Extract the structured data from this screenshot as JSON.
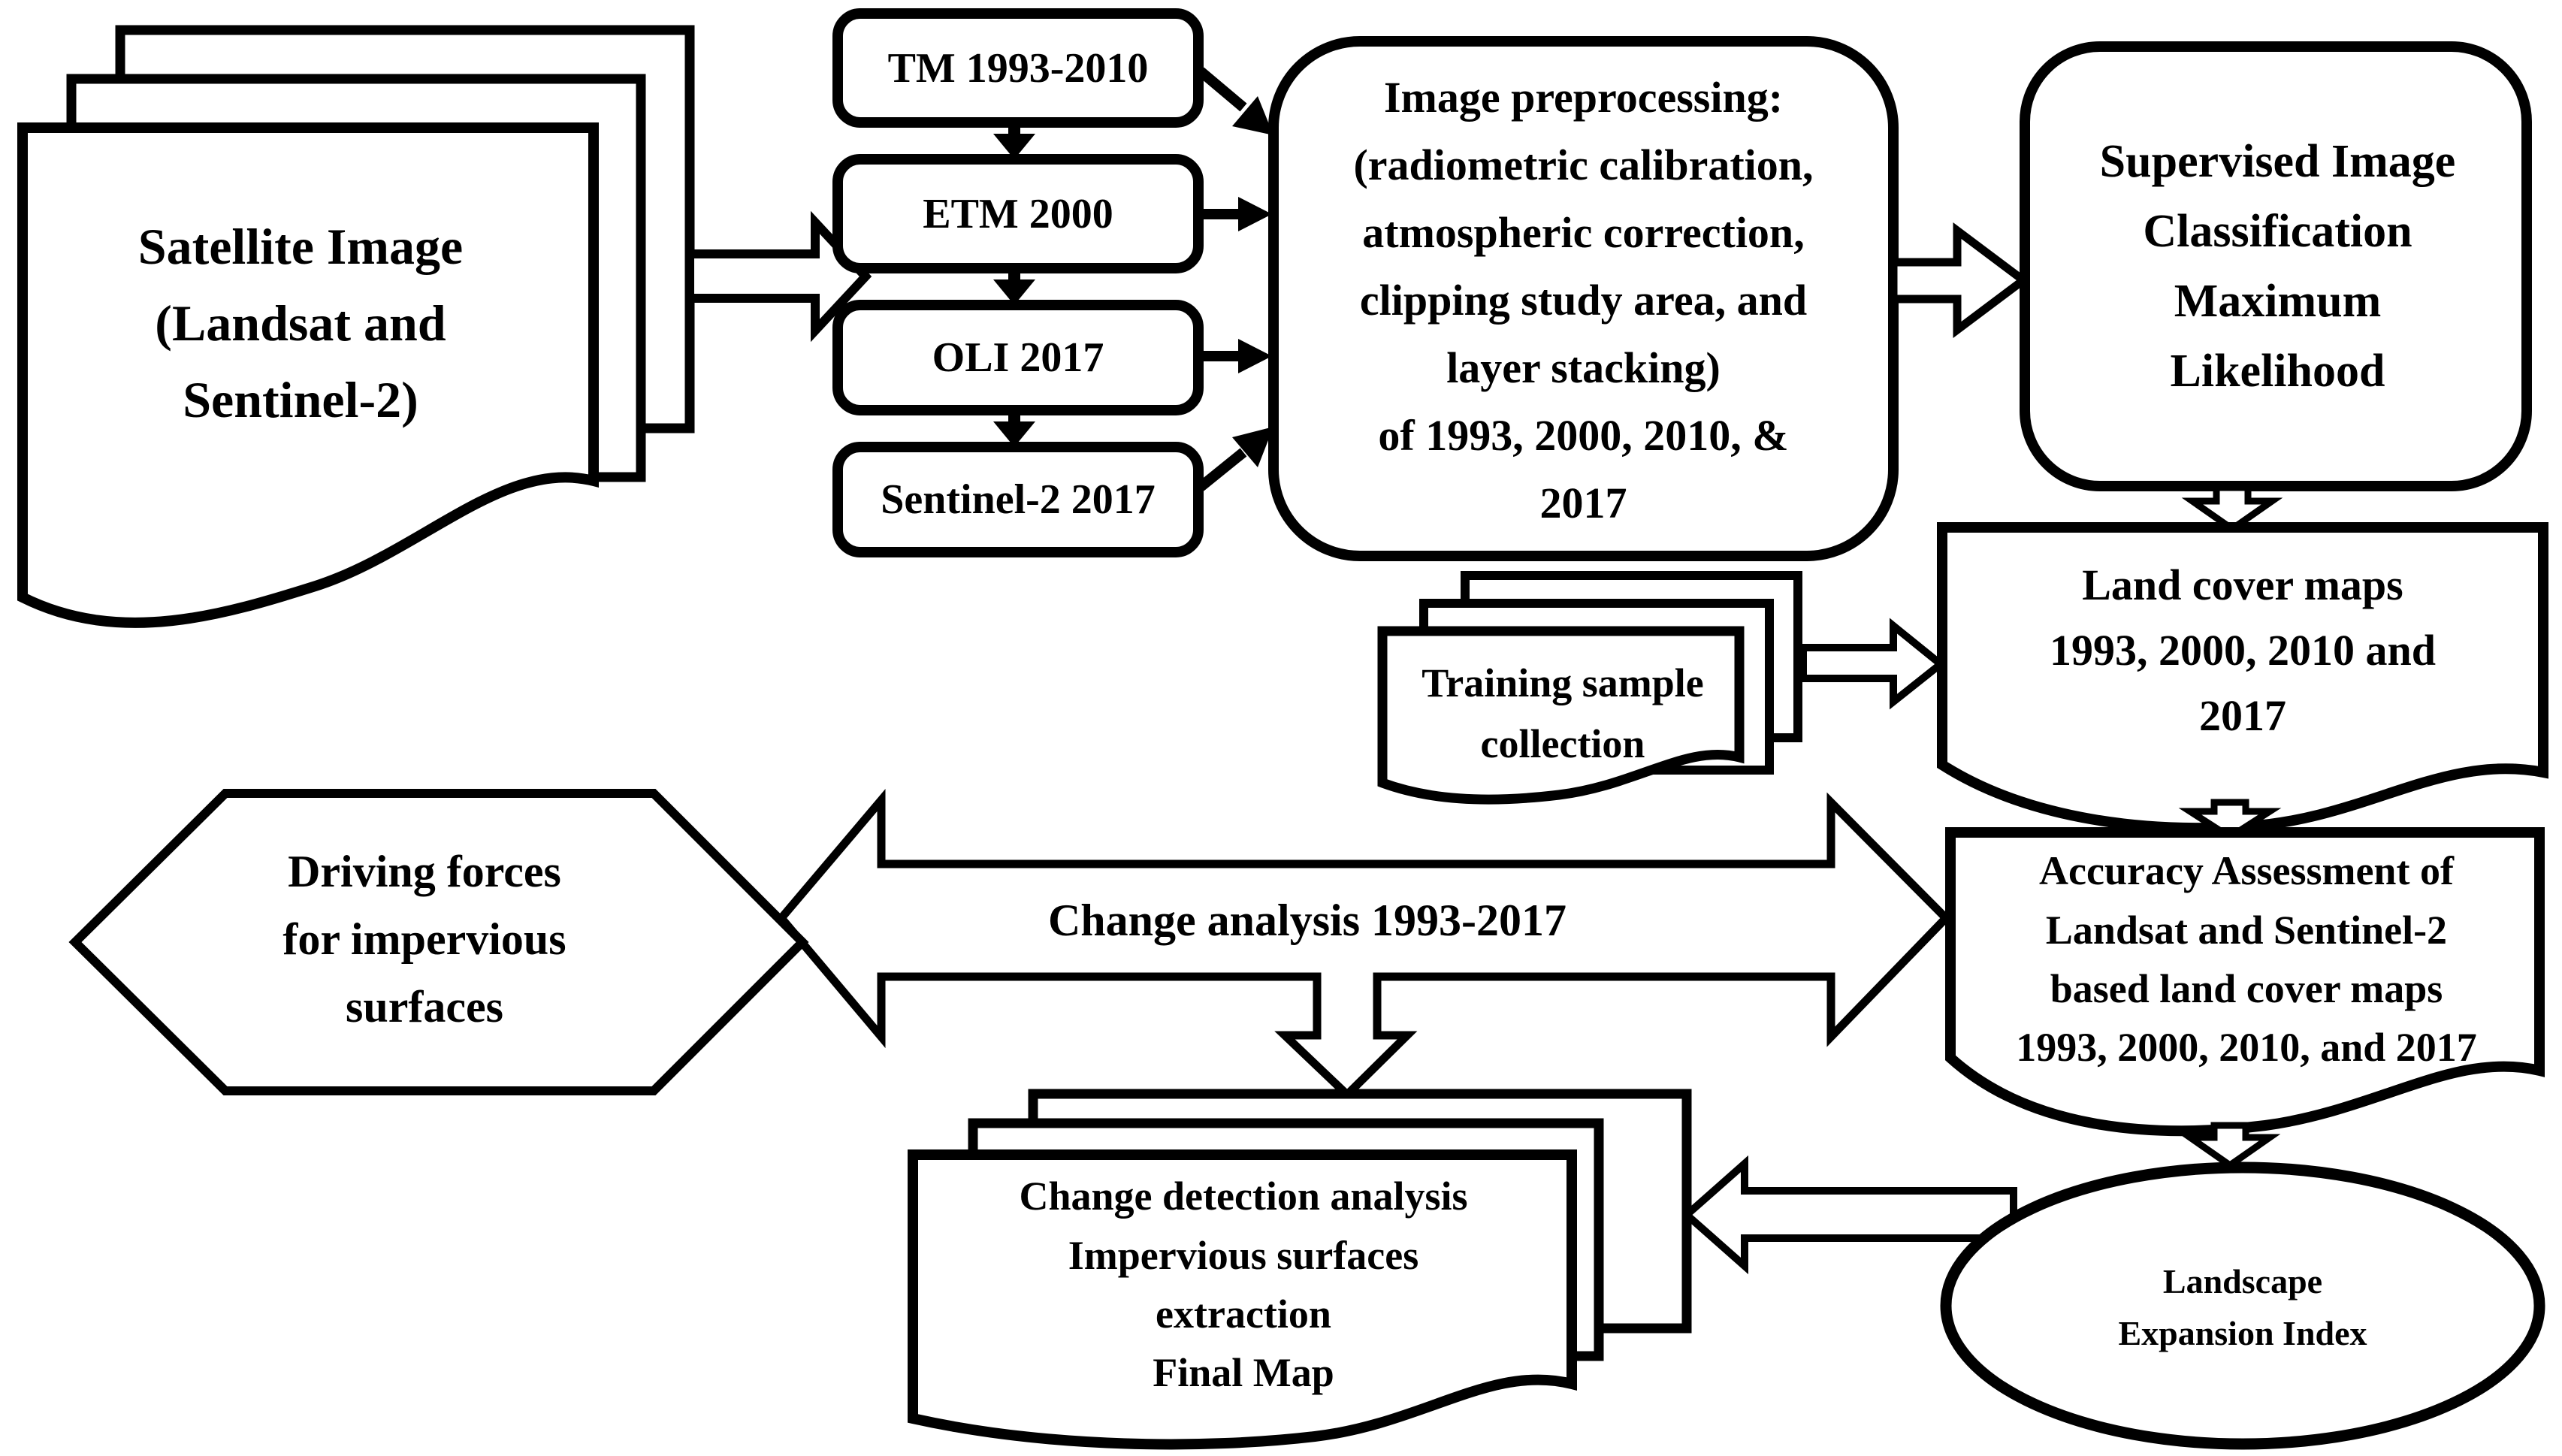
{
  "diagram": {
    "type": "flowchart",
    "colors": {
      "stroke": "#000000",
      "fill": "#ffffff",
      "background": "#ffffff",
      "text": "#000000"
    },
    "nodes": {
      "satellite_image": {
        "shape": "document-stack",
        "label": "Satellite Image\n(Landsat and\nSentinel-2)"
      },
      "tm": {
        "shape": "rounded-rect",
        "label": "TM 1993-2010"
      },
      "etm": {
        "shape": "rounded-rect",
        "label": "ETM 2000"
      },
      "oli": {
        "shape": "rounded-rect",
        "label": "OLI 2017"
      },
      "sentinel2": {
        "shape": "rounded-rect",
        "label": "Sentinel-2 2017"
      },
      "preprocessing": {
        "shape": "rounded-rect",
        "label": "Image preprocessing:\n(radiometric calibration,\natmospheric correction,\nclipping study area, and\nlayer stacking)\nof 1993, 2000, 2010, &\n2017"
      },
      "classification": {
        "shape": "rounded-rect",
        "label": "Supervised Image\nClassification\nMaximum\nLikelihood"
      },
      "landcover_maps": {
        "shape": "document",
        "label": "Land cover maps\n1993, 2000, 2010 and\n2017"
      },
      "training_samples": {
        "shape": "document-stack",
        "label": "Training sample\ncollection"
      },
      "accuracy": {
        "shape": "document",
        "label": "Accuracy Assessment of\nLandsat and Sentinel-2\nbased land cover maps\n1993, 2000, 2010, and 2017"
      },
      "driving_forces": {
        "shape": "hexagon",
        "label": "Driving forces\nfor impervious\nsurfaces"
      },
      "change_analysis": {
        "shape": "double-arrow",
        "label": "Change analysis 1993-2017"
      },
      "change_detection": {
        "shape": "document-stack",
        "label": "Change detection analysis\nImpervious surfaces\nextraction\nFinal Map"
      },
      "landscape_index": {
        "shape": "ellipse",
        "label": "Landscape\nExpansion Index"
      }
    }
  }
}
